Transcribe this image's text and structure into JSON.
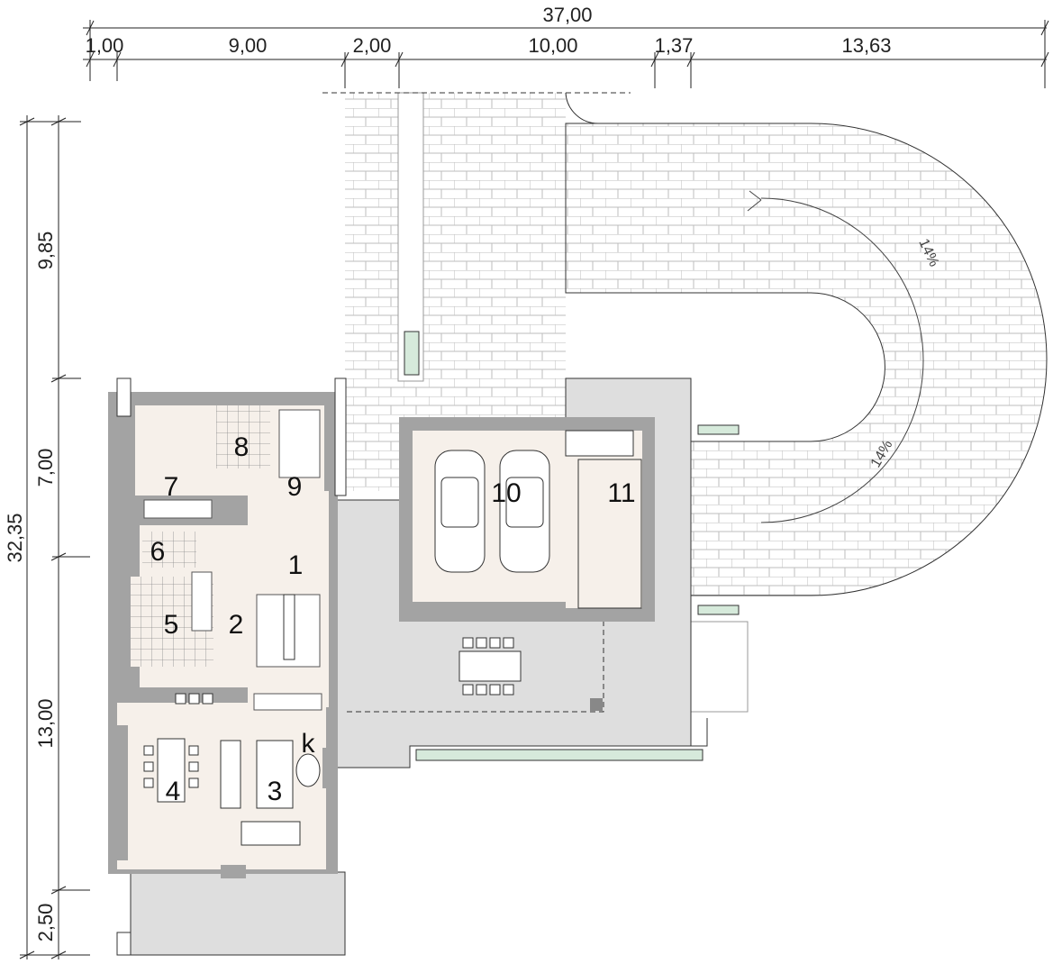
{
  "dimensions": {
    "top_total": "37,00",
    "top_segments": [
      "1,00",
      "9,00",
      "2,00",
      "10,00",
      "1,37",
      "13,63"
    ],
    "left_total": "32,35",
    "left_segments": [
      "9,85",
      "7,00",
      "13,00",
      "2,50"
    ]
  },
  "rooms": [
    "1",
    "2",
    "3",
    "4",
    "5",
    "6",
    "7",
    "8",
    "9",
    "10",
    "11",
    "k"
  ],
  "slope_labels": [
    "14%",
    "14%"
  ],
  "colors": {
    "wall": "#a3a3a3",
    "floor": "#f6f0ea",
    "terrace": "#dedede",
    "paving_line": "#b5b5b5",
    "planter": "#d6eadb"
  }
}
